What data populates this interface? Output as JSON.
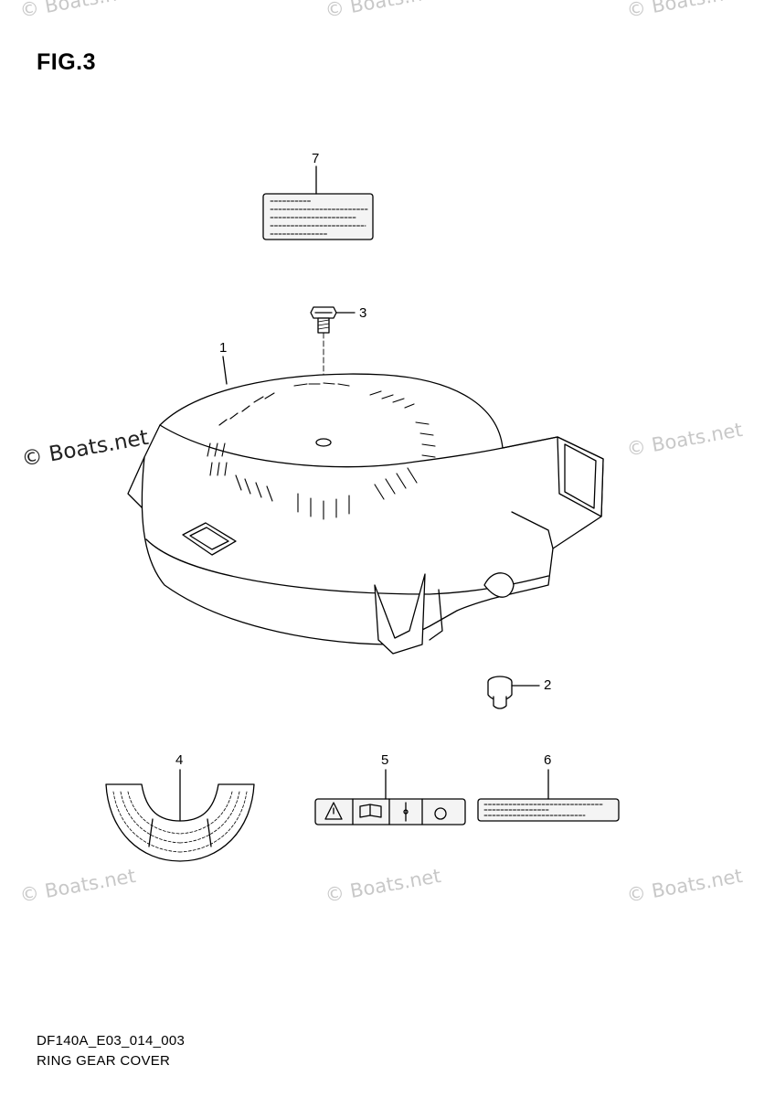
{
  "figure": {
    "title": "FIG.3",
    "code": "DF140A_E03_014_003",
    "name": "RING GEAR COVER"
  },
  "callouts": [
    "1",
    "2",
    "3",
    "4",
    "5",
    "6",
    "7"
  ],
  "watermark": {
    "text": "© Boats.net",
    "strong_text": "© Boats.net"
  },
  "colors": {
    "line": "#000000",
    "label_fill": "#f4f4f4",
    "watermark": "#c8c8c8"
  }
}
